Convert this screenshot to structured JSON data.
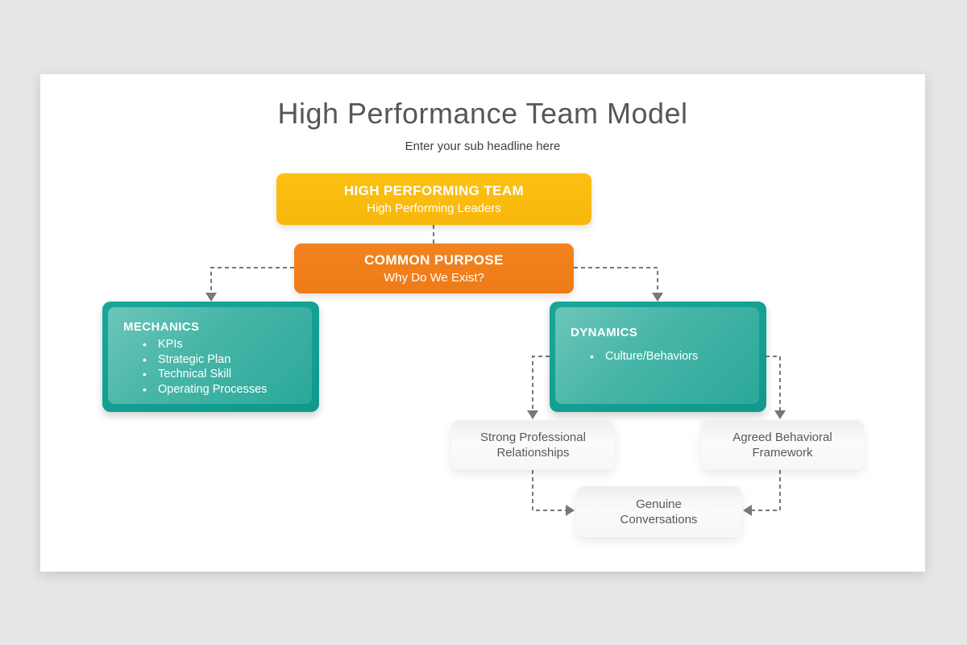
{
  "page": {
    "title": "High Performance Team Model",
    "subtitle": "Enter your sub headline here"
  },
  "nodes": {
    "top": {
      "title": "HIGH PERFORMING TEAM",
      "subtitle": "High Performing Leaders"
    },
    "purpose": {
      "title": "COMMON PURPOSE",
      "subtitle": "Why Do We Exist?"
    },
    "mechanics": {
      "title": "MECHANICS",
      "items": [
        "KPIs",
        "Strategic Plan",
        "Technical Skill",
        "Operating Processes"
      ]
    },
    "dynamics": {
      "title": "DYNAMICS",
      "items": [
        "Culture/Behaviors"
      ]
    },
    "relationships": {
      "label": "Strong Professional Relationships"
    },
    "framework": {
      "label": "Agreed Behavioral Framework"
    },
    "conversations": {
      "label": "Genuine Conversations"
    }
  },
  "colors": {
    "background": "#e7e5e6",
    "slide": "#ffffff",
    "yellow": "#f9b90e",
    "orange": "#f07e1b",
    "teal_border": "#14a094",
    "teal_fill_light": "#6cc6ba",
    "teal_fill_dark": "#2ba89a",
    "soft_box": "#f5f5f5",
    "title_text": "#55575b",
    "body_text": "#595959",
    "connector": "#77787a",
    "node_text": "#ffffff"
  }
}
